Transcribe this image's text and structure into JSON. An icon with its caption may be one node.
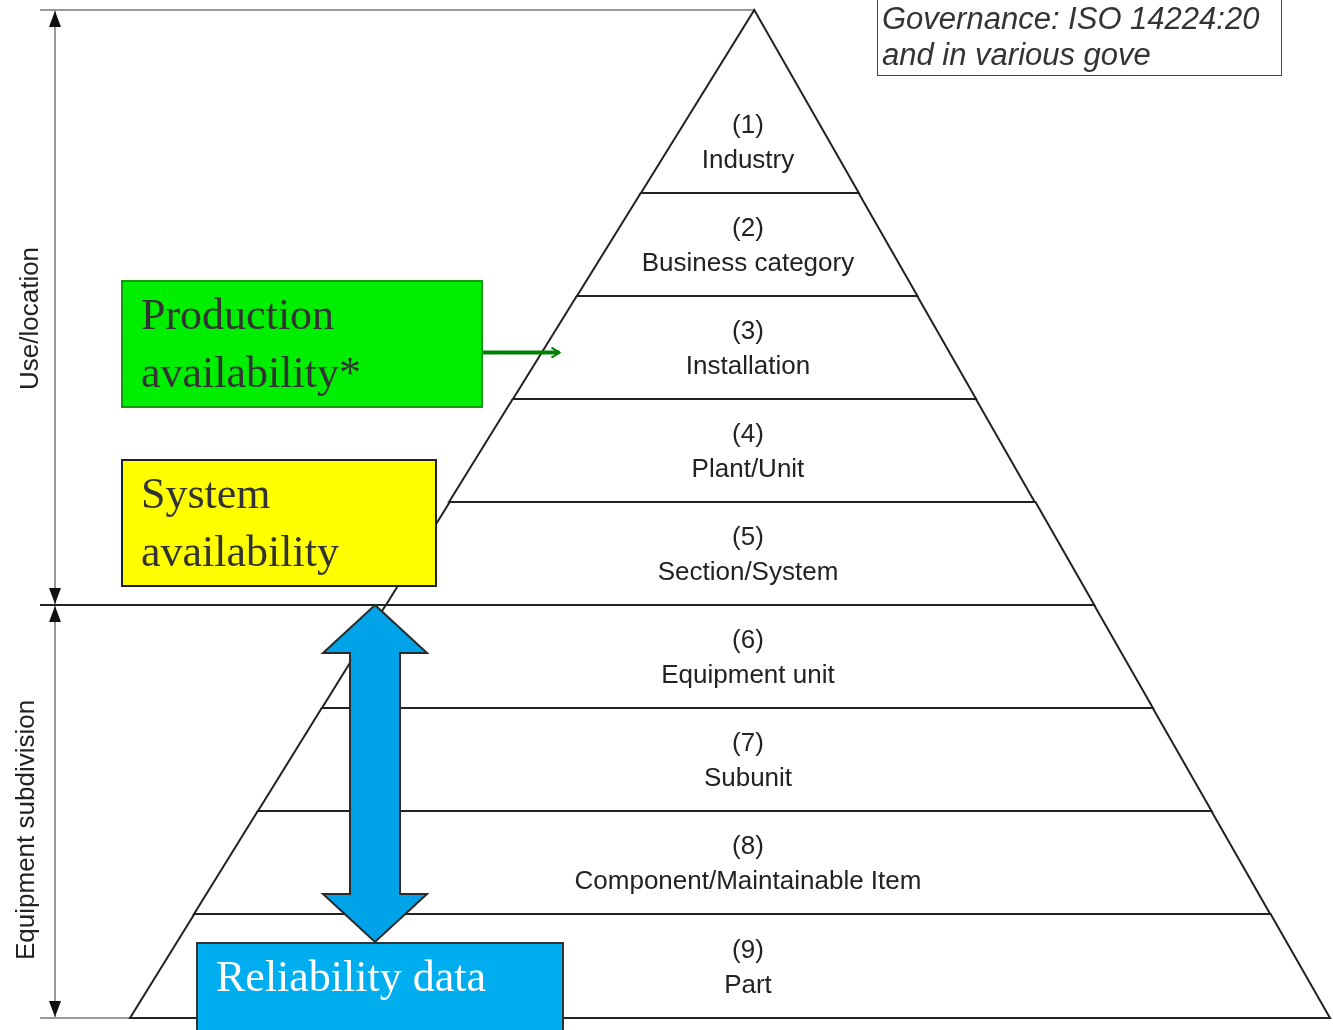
{
  "diagram": {
    "nodes": [
      {
        "text": [
          "Governance: ISO 14224:20 and in various gove"
        ]
      },
      {
        "text": [
          "(1)",
          "Industry"
        ]
      },
      {
        "text": [
          "(2)",
          "Business category"
        ]
      },
      {
        "text": [
          "(3)",
          "Installation"
        ]
      },
      {
        "text": [
          "(4)",
          "Plant/Unit"
        ]
      },
      {
        "text": [
          "(5)",
          "Section/System"
        ]
      },
      {
        "text": [
          "(6)",
          "Equipment unit"
        ]
      },
      {
        "text": [
          "(7)",
          "Subunit"
        ]
      },
      {
        "text": [
          "(8)",
          "Component/Maintainable Item"
        ]
      },
      {
        "text": [
          "(9)",
          "Part"
        ]
      },
      {
        "text": [
          "Production availability*"
        ]
      },
      {
        "text": [
          "System availability"
        ]
      },
      {
        "text": [
          "Reliability data"
        ]
      }
    ],
    "edges": [
      {
        "from": 10,
        "to": 3,
        "arrow": "to",
        "color": "#008000"
      },
      {
        "from": 6,
        "to": 12,
        "arrow": "both",
        "style": "thick",
        "color": "#00a2e8"
      }
    ],
    "labels": [
      "Use/location",
      "Equipment subdivision"
    ]
  }
}
